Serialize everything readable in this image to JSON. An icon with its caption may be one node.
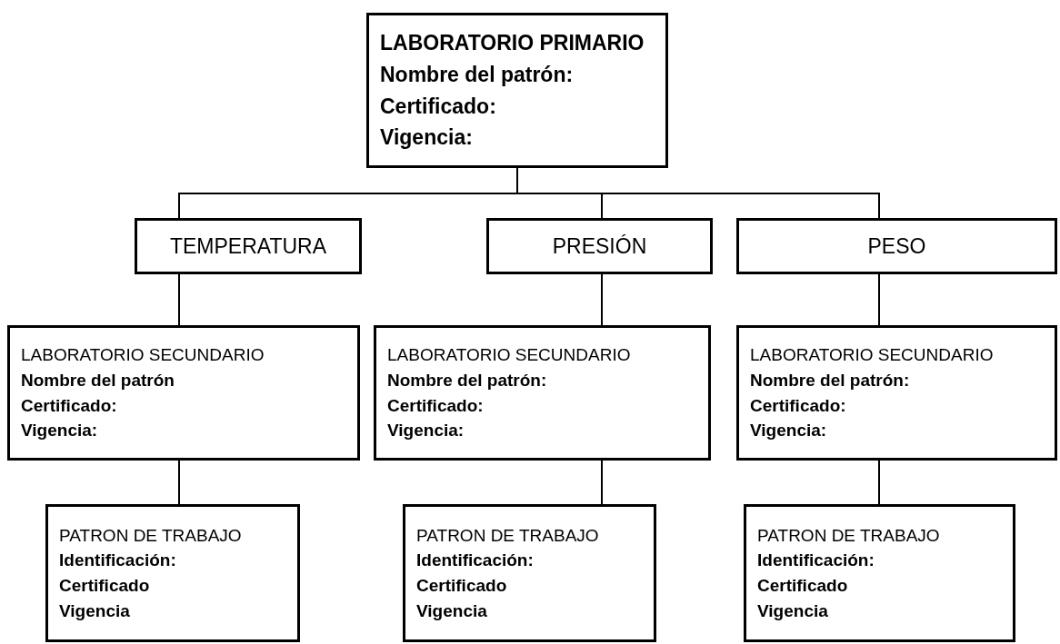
{
  "diagram": {
    "nodes": [
      {
        "text": [
          "LABORATORIO PRIMARIO",
          "Nombre del patrón:",
          "Certificado:",
          "Vigencia:"
        ]
      },
      {
        "text": [
          "TEMPERATURA"
        ]
      },
      {
        "text": [
          "PRESIÓN"
        ]
      },
      {
        "text": [
          "PESO"
        ]
      },
      {
        "text": [
          "LABORATORIO SECUNDARIO",
          "Nombre del patrón",
          "Certificado:",
          "Vigencia:"
        ]
      },
      {
        "text": [
          "LABORATORIO SECUNDARIO",
          "Nombre del patrón:",
          "Certificado:",
          "Vigencia:"
        ]
      },
      {
        "text": [
          "LABORATORIO SECUNDARIO",
          "Nombre del patrón:",
          "Certificado:",
          "Vigencia:"
        ]
      },
      {
        "text": [
          "PATRON DE TRABAJO",
          "Identificación:",
          "Certificado",
          "Vigencia"
        ]
      },
      {
        "text": [
          "PATRON DE TRABAJO",
          "Identificación:",
          "Certificado",
          "Vigencia"
        ]
      },
      {
        "text": [
          "PATRON DE TRABAJO",
          "Identificación:",
          "Certificado",
          "Vigencia"
        ]
      }
    ],
    "edges": [
      {
        "from": 0,
        "to": 1,
        "arrow": "none"
      },
      {
        "from": 0,
        "to": 2,
        "arrow": "none"
      },
      {
        "from": 0,
        "to": 3,
        "arrow": "none"
      },
      {
        "from": 1,
        "to": 4,
        "arrow": "none"
      },
      {
        "from": 2,
        "to": 5,
        "arrow": "none"
      },
      {
        "from": 3,
        "to": 6,
        "arrow": "none"
      },
      {
        "from": 4,
        "to": 7,
        "arrow": "none"
      },
      {
        "from": 5,
        "to": 8,
        "arrow": "none"
      },
      {
        "from": 6,
        "to": 9,
        "arrow": "none"
      }
    ]
  }
}
